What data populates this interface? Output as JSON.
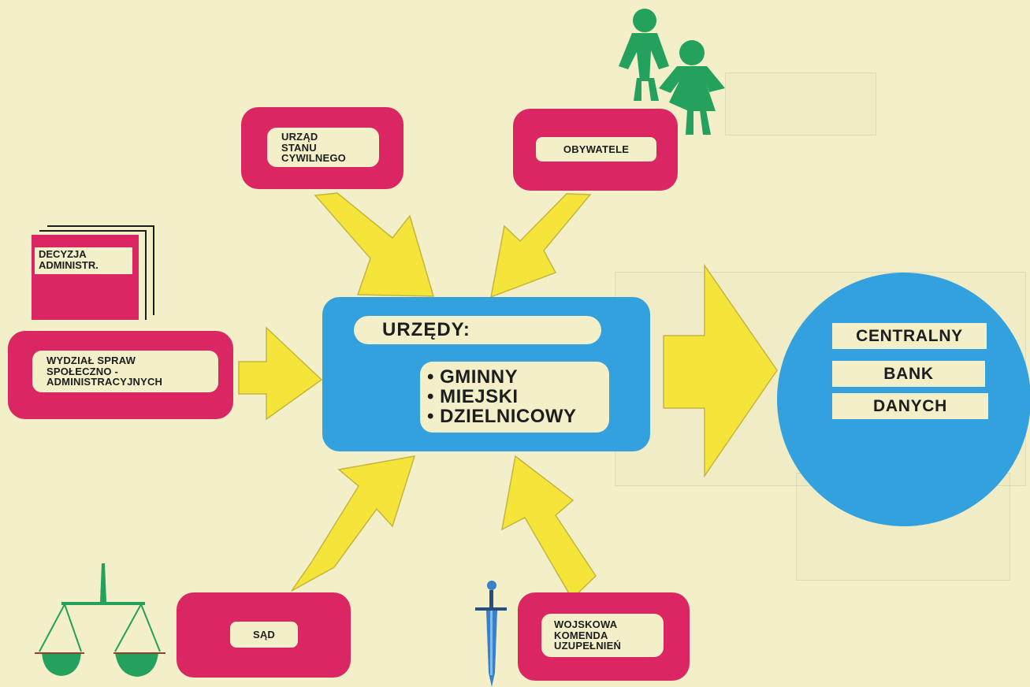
{
  "colors": {
    "background": "#f3efc9",
    "office_box": "#da2763",
    "central_system": "#32a1de",
    "flow_arrow": "#f5e43a",
    "icon_green": "#24a15c",
    "icon_blue": "#3a7fca",
    "text": "#1d1d1d"
  },
  "nodes": {
    "civil_registry": {
      "label": "URZĄD\nSTANU\nCYWILNEGO"
    },
    "citizens": {
      "label": "OBYWATELE",
      "icon": "people-icon"
    },
    "administrative_decision": {
      "label": "DECYZJA\nADMINISTR."
    },
    "social_admin_department": {
      "label": "WYDZIAŁ SPRAW\nSPOŁECZNO -\nADMINISTRACYJNYCH"
    },
    "offices": {
      "title": "URZĘDY:",
      "items": [
        "GMINNY",
        "MIEJSKI",
        "DZIELNICOWY"
      ]
    },
    "court": {
      "label": "SĄD",
      "icon": "scales-icon"
    },
    "military_command": {
      "label": "WOJSKOWA\nKOMENDA\nUZUPEŁNIEŃ",
      "icon": "sword-icon"
    },
    "central_data_bank": {
      "lines": [
        "CENTRALNY",
        "BANK",
        "DANYCH"
      ]
    }
  }
}
